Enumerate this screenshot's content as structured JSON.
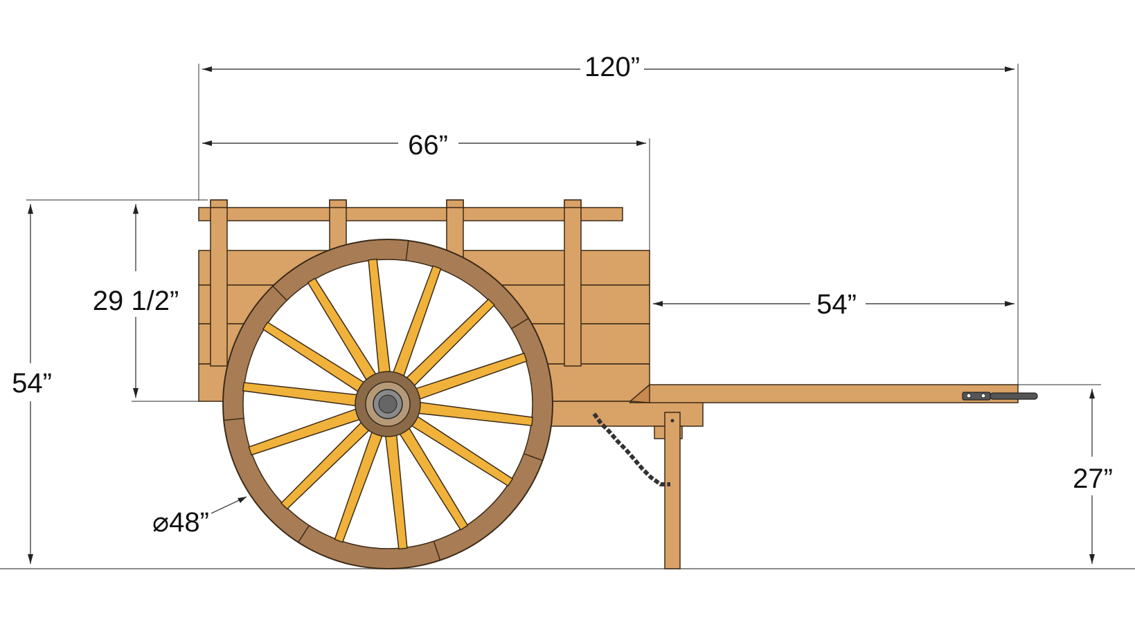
{
  "dimensions": {
    "overall_length": "120”",
    "box_length": "66”",
    "tongue_length": "54”",
    "box_height": "29 1/2”",
    "overall_height": "54”",
    "tongue_height": "27”",
    "wheel_diameter": "⌀48”"
  },
  "colors": {
    "wood": "#d9a266",
    "wood_dark": "#c8894e",
    "spoke": "#f0b23a",
    "rim": "#a87d55",
    "hub": "#8a6a48",
    "metal": "#555555"
  }
}
